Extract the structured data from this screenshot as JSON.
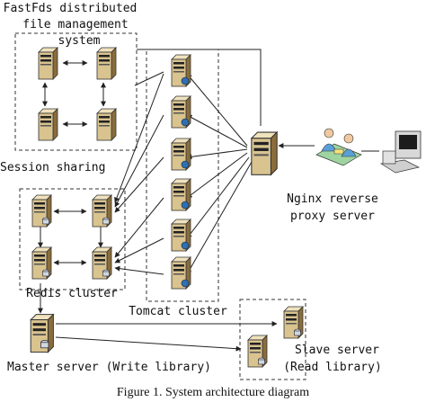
{
  "labels": {
    "fastdfs_line1": "FastFds distributed",
    "fastdfs_line2": "file management",
    "fastdfs_line3": "system",
    "session_sharing": "Session sharing",
    "nginx_line1": "Nginx reverse",
    "nginx_line2": "proxy server",
    "redis_cluster": "Redis cluster",
    "tomcat_cluster": "Tomcat cluster",
    "master_server": "Master server (Write library)",
    "slave_line1": "Slave server",
    "slave_line2": "(Read library)"
  },
  "caption": "Figure 1. System architecture diagram",
  "icons": {
    "server": "server-tower-icon",
    "tomcat_server": "server-globe-icon",
    "database_server": "server-database-icon",
    "workstation": "computer-workstation-icon",
    "users": "users-icon"
  },
  "colors": {
    "server_body": "#d9c38f",
    "server_shade": "#8a6d3b",
    "globe": "#2f6fb3",
    "database": "#cfd8e0",
    "line": "#222222"
  }
}
